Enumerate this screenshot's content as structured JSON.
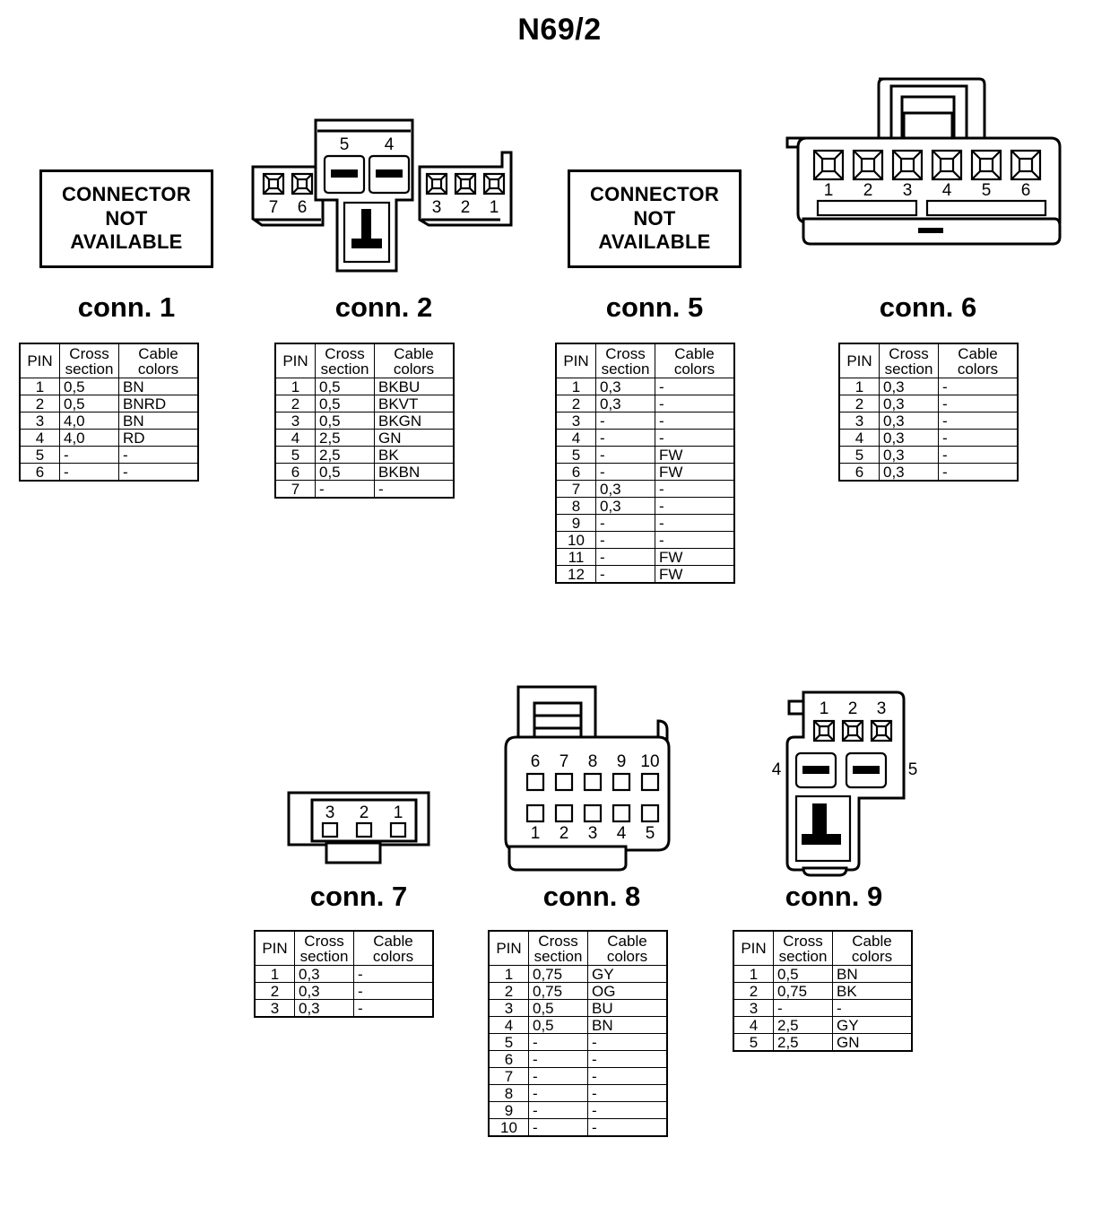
{
  "title": "N69/2",
  "labels": {
    "conn1": "conn. 1",
    "conn2": "conn. 2",
    "conn5": "conn. 5",
    "conn6": "conn. 6",
    "conn7": "conn. 7",
    "conn8": "conn. 8",
    "conn9": "conn. 9"
  },
  "not_available": {
    "line1": "CONNECTOR",
    "line2": "NOT",
    "line3": "AVAILABLE"
  },
  "table_headers": {
    "pin": "PIN",
    "cross": "Cross",
    "section": "section",
    "cable": "Cable",
    "colors": "colors"
  },
  "connector_pin_numbers": {
    "conn2_top": [
      "5",
      "4"
    ],
    "conn2_left": [
      "7",
      "6"
    ],
    "conn2_right": [
      "3",
      "2",
      "1"
    ],
    "conn6": [
      "1",
      "2",
      "3",
      "4",
      "5",
      "6"
    ],
    "conn7": [
      "3",
      "2",
      "1"
    ],
    "conn8_top": [
      "6",
      "7",
      "8",
      "9",
      "10"
    ],
    "conn8_bottom": [
      "1",
      "2",
      "3",
      "4",
      "5"
    ],
    "conn9_top": [
      "1",
      "2",
      "3"
    ],
    "conn9_left": "4",
    "conn9_right": "5"
  },
  "tables": {
    "conn1": [
      {
        "pin": "1",
        "cross_section": "0,5",
        "cable_colors": "BN"
      },
      {
        "pin": "2",
        "cross_section": "0,5",
        "cable_colors": "BNRD"
      },
      {
        "pin": "3",
        "cross_section": "4,0",
        "cable_colors": "BN"
      },
      {
        "pin": "4",
        "cross_section": "4,0",
        "cable_colors": "RD"
      },
      {
        "pin": "5",
        "cross_section": "-",
        "cable_colors": "-"
      },
      {
        "pin": "6",
        "cross_section": "-",
        "cable_colors": "-"
      }
    ],
    "conn2": [
      {
        "pin": "1",
        "cross_section": "0,5",
        "cable_colors": "BKBU"
      },
      {
        "pin": "2",
        "cross_section": "0,5",
        "cable_colors": "BKVT"
      },
      {
        "pin": "3",
        "cross_section": "0,5",
        "cable_colors": "BKGN"
      },
      {
        "pin": "4",
        "cross_section": "2,5",
        "cable_colors": "GN"
      },
      {
        "pin": "5",
        "cross_section": "2,5",
        "cable_colors": "BK"
      },
      {
        "pin": "6",
        "cross_section": "0,5",
        "cable_colors": "BKBN"
      },
      {
        "pin": "7",
        "cross_section": "-",
        "cable_colors": "-"
      }
    ],
    "conn5": [
      {
        "pin": "1",
        "cross_section": "0,3",
        "cable_colors": "-"
      },
      {
        "pin": "2",
        "cross_section": "0,3",
        "cable_colors": "-"
      },
      {
        "pin": "3",
        "cross_section": "-",
        "cable_colors": "-"
      },
      {
        "pin": "4",
        "cross_section": "-",
        "cable_colors": "-"
      },
      {
        "pin": "5",
        "cross_section": "-",
        "cable_colors": "FW"
      },
      {
        "pin": "6",
        "cross_section": "-",
        "cable_colors": "FW"
      },
      {
        "pin": "7",
        "cross_section": "0,3",
        "cable_colors": "-"
      },
      {
        "pin": "8",
        "cross_section": "0,3",
        "cable_colors": "-"
      },
      {
        "pin": "9",
        "cross_section": "-",
        "cable_colors": "-"
      },
      {
        "pin": "10",
        "cross_section": "-",
        "cable_colors": "-"
      },
      {
        "pin": "11",
        "cross_section": "-",
        "cable_colors": "FW"
      },
      {
        "pin": "12",
        "cross_section": "-",
        "cable_colors": "FW"
      }
    ],
    "conn6": [
      {
        "pin": "1",
        "cross_section": "0,3",
        "cable_colors": "-"
      },
      {
        "pin": "2",
        "cross_section": "0,3",
        "cable_colors": "-"
      },
      {
        "pin": "3",
        "cross_section": "0,3",
        "cable_colors": "-"
      },
      {
        "pin": "4",
        "cross_section": "0,3",
        "cable_colors": "-"
      },
      {
        "pin": "5",
        "cross_section": "0,3",
        "cable_colors": "-"
      },
      {
        "pin": "6",
        "cross_section": "0,3",
        "cable_colors": "-"
      }
    ],
    "conn7": [
      {
        "pin": "1",
        "cross_section": "0,3",
        "cable_colors": "-"
      },
      {
        "pin": "2",
        "cross_section": "0,3",
        "cable_colors": "-"
      },
      {
        "pin": "3",
        "cross_section": "0,3",
        "cable_colors": "-"
      }
    ],
    "conn8": [
      {
        "pin": "1",
        "cross_section": "0,75",
        "cable_colors": "GY"
      },
      {
        "pin": "2",
        "cross_section": "0,75",
        "cable_colors": "OG"
      },
      {
        "pin": "3",
        "cross_section": "0,5",
        "cable_colors": "BU"
      },
      {
        "pin": "4",
        "cross_section": "0,5",
        "cable_colors": "BN"
      },
      {
        "pin": "5",
        "cross_section": "-",
        "cable_colors": "-"
      },
      {
        "pin": "6",
        "cross_section": "-",
        "cable_colors": "-"
      },
      {
        "pin": "7",
        "cross_section": "-",
        "cable_colors": "-"
      },
      {
        "pin": "8",
        "cross_section": "-",
        "cable_colors": "-"
      },
      {
        "pin": "9",
        "cross_section": "-",
        "cable_colors": "-"
      },
      {
        "pin": "10",
        "cross_section": "-",
        "cable_colors": "-"
      }
    ],
    "conn9": [
      {
        "pin": "1",
        "cross_section": "0,5",
        "cable_colors": "BN"
      },
      {
        "pin": "2",
        "cross_section": "0,75",
        "cable_colors": "BK"
      },
      {
        "pin": "3",
        "cross_section": "-",
        "cable_colors": "-"
      },
      {
        "pin": "4",
        "cross_section": "2,5",
        "cable_colors": "GY"
      },
      {
        "pin": "5",
        "cross_section": "2,5",
        "cable_colors": "GN"
      }
    ]
  }
}
